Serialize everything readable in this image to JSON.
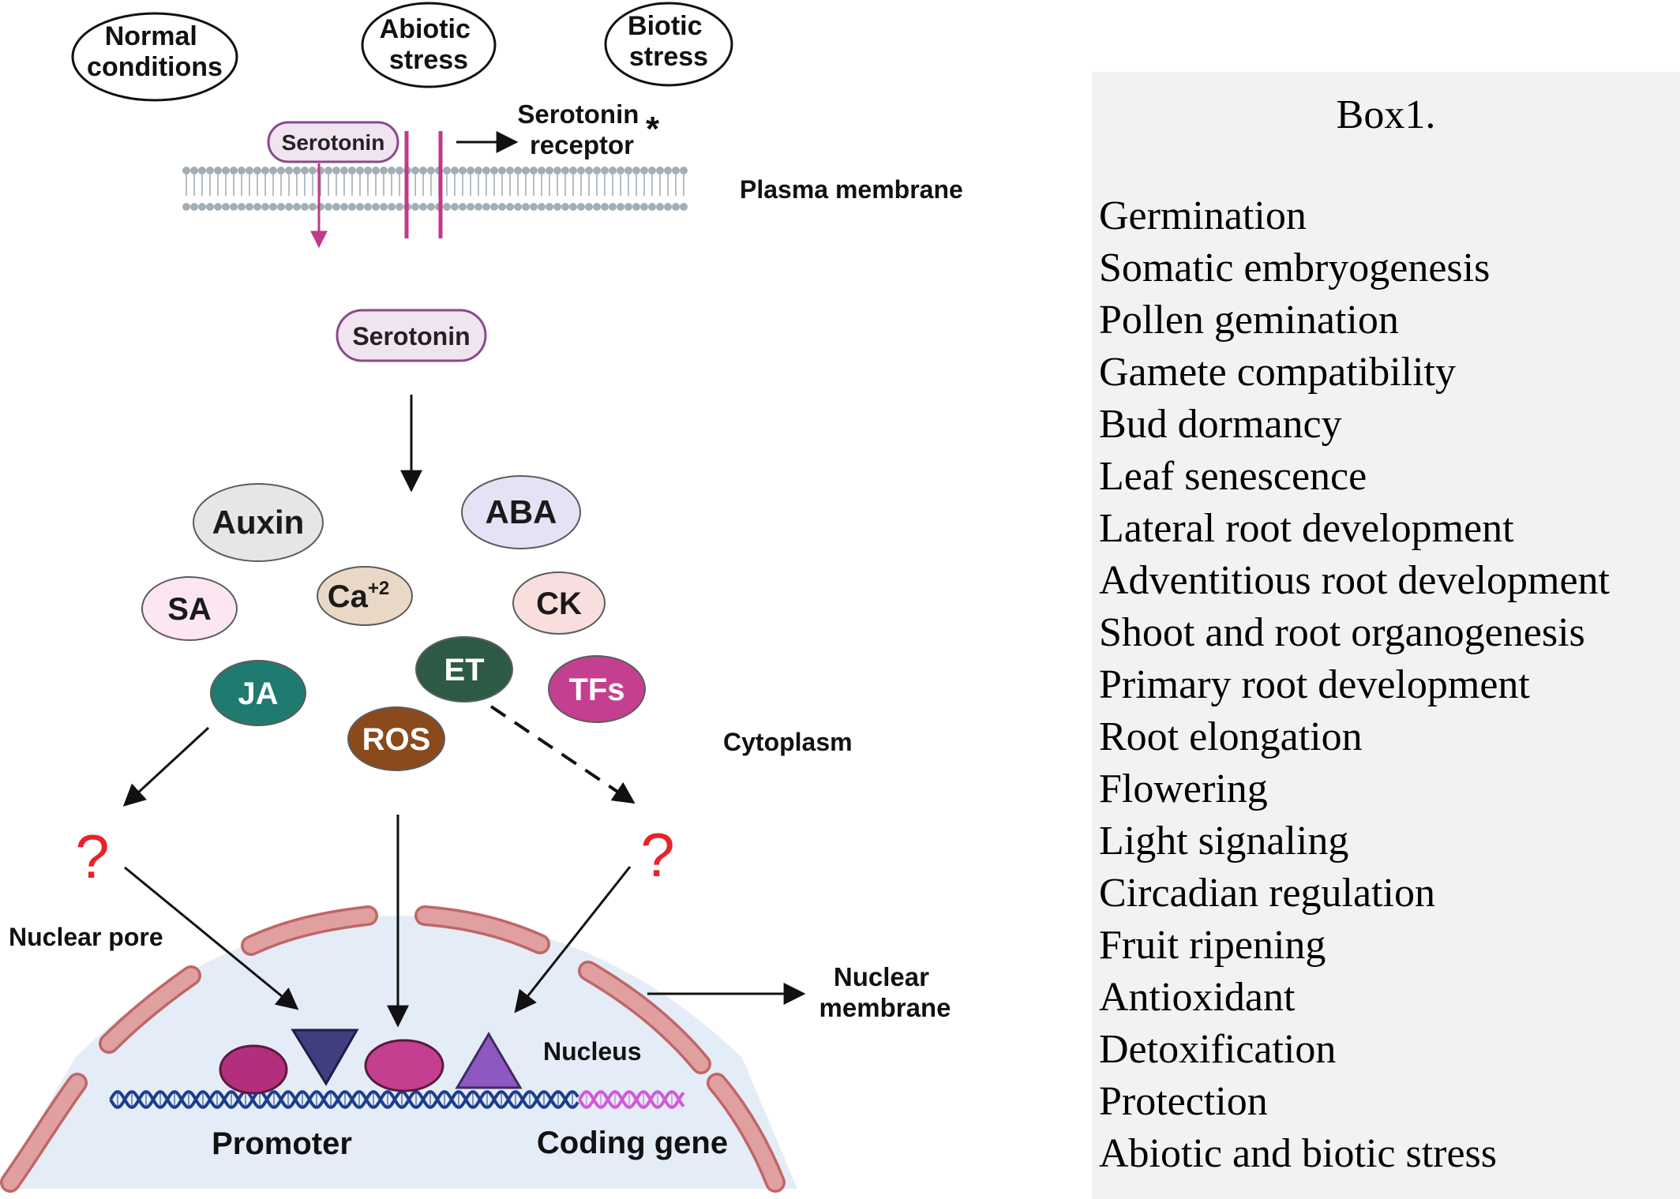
{
  "stimuli": [
    "Normal\nconditions",
    "Abiotic\nstress",
    "Biotic\nstress"
  ],
  "membrane": {
    "serotonin_label": "Serotonin",
    "receptor_label": "Serotonin\nreceptor",
    "receptor_mark": "*",
    "plasma_membrane_label": "Plasma membrane"
  },
  "cytoplasm": {
    "serotonin_label": "Serotonin",
    "label": "Cytoplasm",
    "unknown_mark": "?",
    "signals": [
      {
        "id": "auxin",
        "label": "Auxin",
        "color": "#e6e6e6",
        "text_color": "#1a1a1a"
      },
      {
        "id": "aba",
        "label": "ABA",
        "color": "#e6e2f6",
        "text_color": "#1a1a1a"
      },
      {
        "id": "sa",
        "label": "SA",
        "color": "#fbe6f1",
        "text_color": "#1a1a1a"
      },
      {
        "id": "ca",
        "label": "Ca",
        "sup": "+2",
        "color": "#ead8c6",
        "text_color": "#1a1a1a"
      },
      {
        "id": "ck",
        "label": "CK",
        "color": "#f9dede",
        "text_color": "#1a1a1a"
      },
      {
        "id": "et",
        "label": "ET",
        "color": "#2c5a45",
        "text_color": "#ffffff"
      },
      {
        "id": "tfs",
        "label": "TFs",
        "color": "#c43f8f",
        "text_color": "#ffffff"
      },
      {
        "id": "ja",
        "label": "JA",
        "color": "#1f7a70",
        "text_color": "#ffffff"
      },
      {
        "id": "ros",
        "label": "ROS",
        "color": "#8a4a1c",
        "text_color": "#ffffff"
      }
    ]
  },
  "nucleus": {
    "nuclear_pore_label": "Nuclear pore",
    "nuclear_membrane_label": "Nuclear\nmembrane",
    "nucleus_label": "Nucleus",
    "promoter_label": "Promoter",
    "coding_gene_label": "Coding gene"
  },
  "colors": {
    "membrane": "#a3aeb6",
    "serotonin_fill": "#f1e4f1",
    "serotonin_stroke": "#8a4a8a",
    "receptor": "#c0398b",
    "nucleus_fill": "#e4edf7",
    "nuclear_envelope": "#e0a0a0",
    "nuclear_envelope_stroke": "#c06666",
    "dna_promoter": "#1e3d8c",
    "dna_coding": "#d05ad8",
    "question_mark": "#e8232a"
  },
  "box1": {
    "title": "Box1.",
    "items": [
      "Germination",
      "Somatic embryogenesis",
      "Pollen gemination",
      "Gamete compatibility",
      "Bud dormancy",
      "Leaf senescence",
      "Lateral root development",
      "Adventitious root development",
      "Shoot and root organogenesis",
      "Primary root development",
      "Root elongation",
      "Flowering",
      "Light signaling",
      "Circadian regulation",
      "Fruit ripening",
      "Antioxidant",
      "Detoxification",
      "Protection",
      "Abiotic and biotic stress"
    ]
  }
}
